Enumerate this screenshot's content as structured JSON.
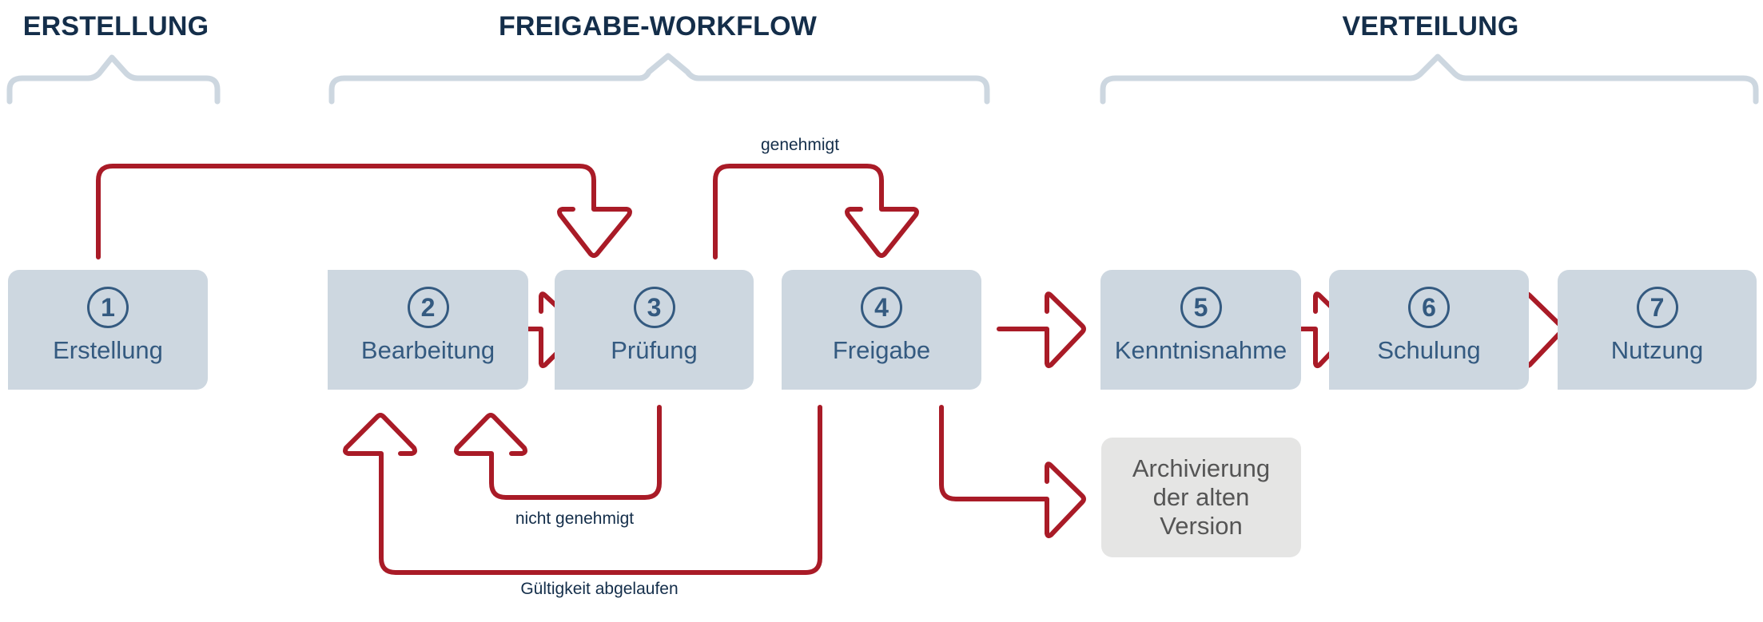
{
  "sections": [
    {
      "id": "erstellung",
      "title": "ERSTELLUNG"
    },
    {
      "id": "freigabe-workflow",
      "title": "FREIGABE-WORKFLOW"
    },
    {
      "id": "verteilung",
      "title": "VERTEILUNG"
    }
  ],
  "steps": [
    {
      "number": "1",
      "label": "Erstellung"
    },
    {
      "number": "2",
      "label": "Bearbeitung"
    },
    {
      "number": "3",
      "label": "Prüfung"
    },
    {
      "number": "4",
      "label": "Freigabe"
    },
    {
      "number": "5",
      "label": "Kenntnisnahme"
    },
    {
      "number": "6",
      "label": "Schulung"
    },
    {
      "number": "7",
      "label": "Nutzung"
    }
  ],
  "archive": {
    "lines": [
      "Archivierung",
      "der alten",
      "Version"
    ]
  },
  "edge_labels": {
    "approved": "genehmigt",
    "not_approved": "nicht genehmigt",
    "expired": "Gültigkeit abgelaufen"
  },
  "edges": [
    {
      "from": "1",
      "to": "3"
    },
    {
      "from": "2",
      "to": "3"
    },
    {
      "from": "3",
      "to": "4",
      "label": "genehmigt"
    },
    {
      "from": "3",
      "to": "2",
      "label": "nicht genehmigt"
    },
    {
      "from": "4",
      "to": "2",
      "label": "Gültigkeit abgelaufen"
    },
    {
      "from": "4",
      "to": "5"
    },
    {
      "from": "4",
      "to": "archive"
    },
    {
      "from": "5",
      "to": "6"
    },
    {
      "from": "6",
      "to": "7"
    }
  ],
  "colors": {
    "heading": "#142e4a",
    "step_fill": "#cdd7e0",
    "step_text": "#345a80",
    "archive_fill": "#e5e5e4",
    "archive_text": "#555555",
    "arrow": "#a91b27",
    "bracket": "#cdd7e0"
  }
}
